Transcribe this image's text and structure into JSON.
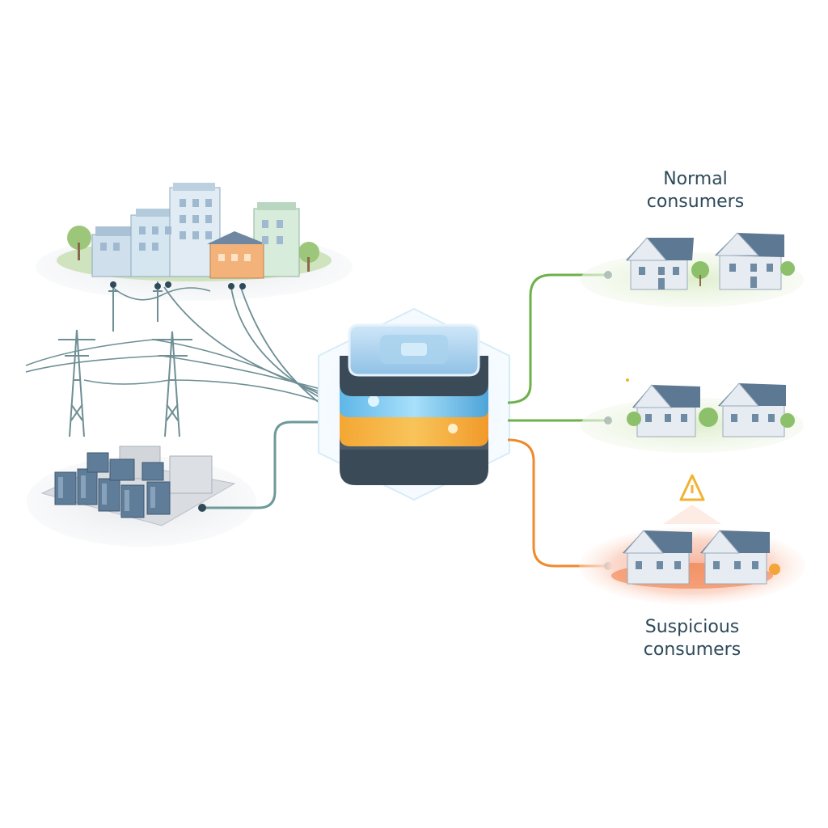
{
  "labels": {
    "normal": [
      "Normal",
      "consumers"
    ],
    "suspicious": [
      "Suspicious",
      "consumers"
    ]
  },
  "colors": {
    "normal_link": "#6db14a",
    "suspicious_link": "#ef8a2e",
    "source_link": "#6e9a98",
    "roof": "#5c7892",
    "wall": "#e6ecf2",
    "hub_dark": "#3b4a57",
    "hub_blue": "#7ec9ef",
    "hub_orange": "#f4a733",
    "alert": "#f2b233"
  },
  "icons": {
    "city": "city-icon",
    "power_lines": "power-line-tower-icon",
    "substation": "substation-icon",
    "hub": "data-hub-icon",
    "house": "house-icon",
    "alert": "alert-triangle-icon"
  }
}
